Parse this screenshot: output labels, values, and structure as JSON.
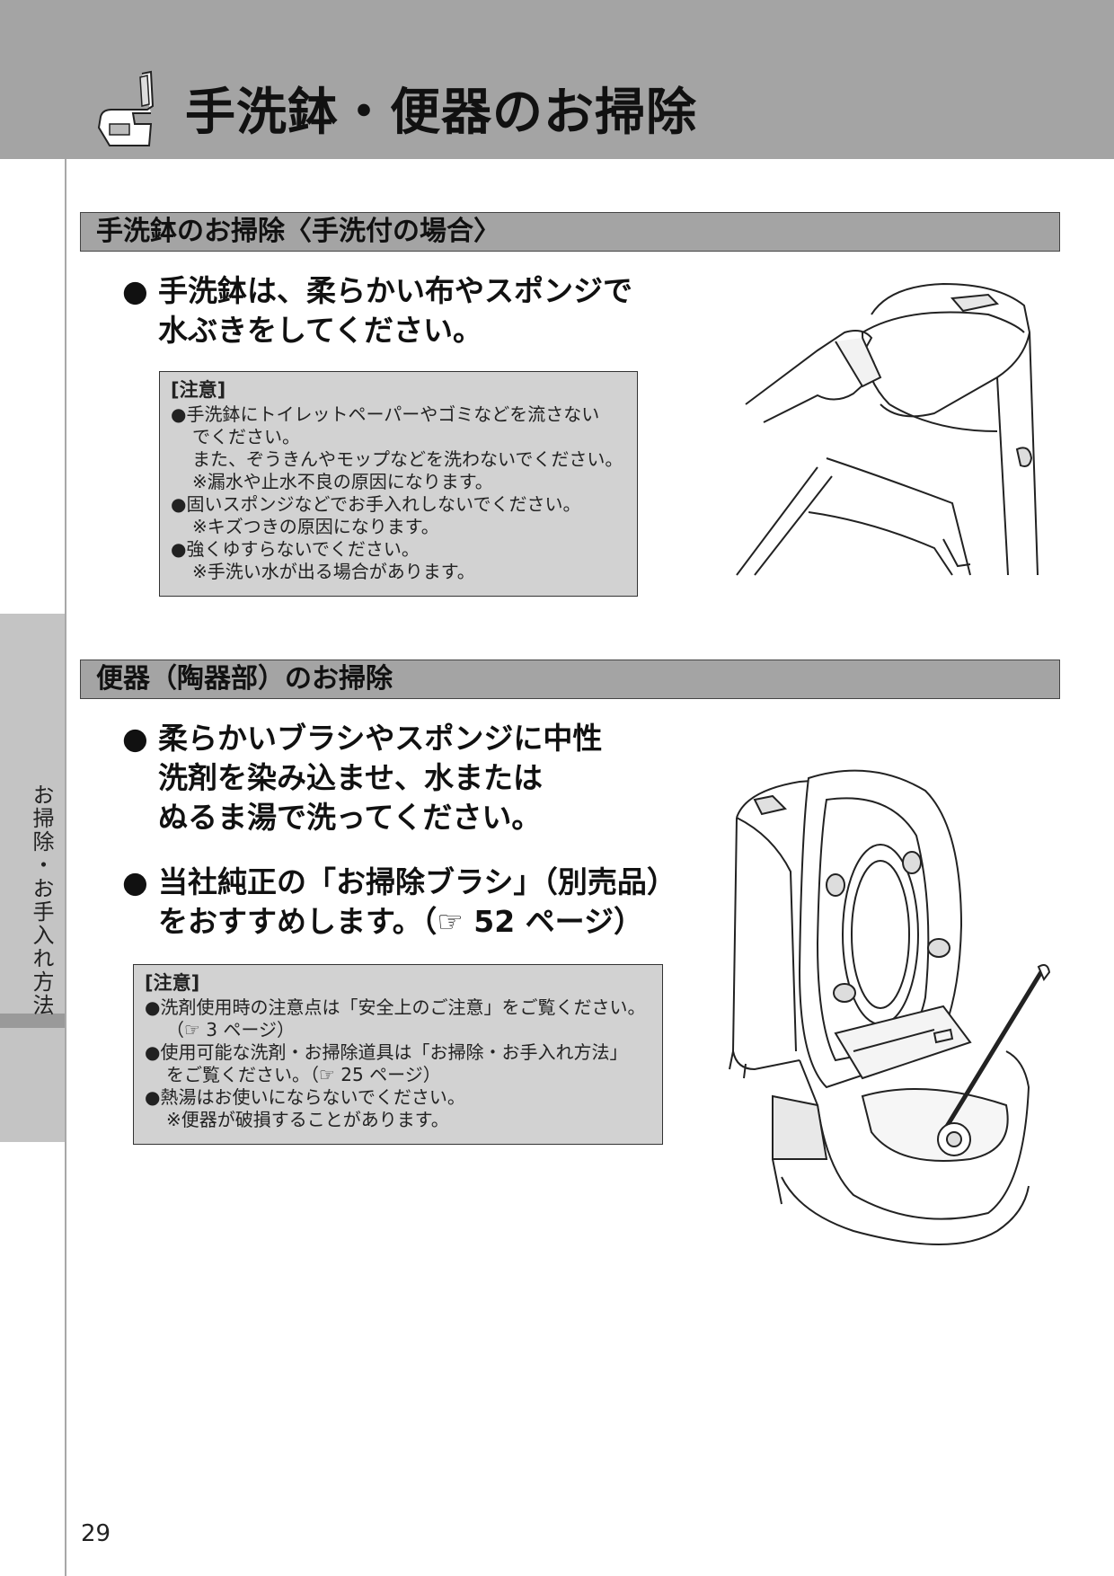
{
  "header": {
    "title": "手洗鉢・便器のお掃除"
  },
  "side_tab": {
    "label": "お掃除・お手入れ方法"
  },
  "section1": {
    "heading": "手洗鉢のお掃除〈手洗付の場合〉",
    "bullet": {
      "marker": "●",
      "lines": [
        "手洗鉢は、柔らかい布やスポンジで",
        "水ぶきをしてください。"
      ]
    },
    "note": {
      "title": "[注意]",
      "lines": [
        "●手洗鉢にトイレットペーパーやゴミなどを流さない",
        "でください。",
        "また、ぞうきんやモップなどを洗わないでください。",
        "※漏水や止水不良の原因になります。",
        "●固いスポンジなどでお手入れしないでください。",
        "※キズつきの原因になります。",
        "●強くゆすらないでください。",
        "※手洗い水が出る場合があります。"
      ]
    }
  },
  "section2": {
    "heading": "便器（陶器部）のお掃除",
    "bullet1": {
      "marker": "●",
      "lines": [
        "柔らかいブラシやスポンジに中性",
        "洗剤を染み込ませ、水または",
        "ぬるま湯で洗ってください。"
      ]
    },
    "bullet2": {
      "marker": "●",
      "lines": [
        "当社純正の「お掃除ブラシ」（別売品）",
        "をおすすめします。（☞ 52 ページ）"
      ]
    },
    "note": {
      "title": "[注意]",
      "lines": [
        "●洗剤使用時の注意点は「安全上のご注意」をご覧ください。",
        "（☞ 3 ページ）",
        "●使用可能な洗剤・お掃除道具は「お掃除・お手入れ方法」",
        "をご覧ください。（☞ 25 ページ）",
        "●熱湯はお使いにならないでください。",
        "※便器が破損することがあります。"
      ]
    }
  },
  "page_number": "29"
}
